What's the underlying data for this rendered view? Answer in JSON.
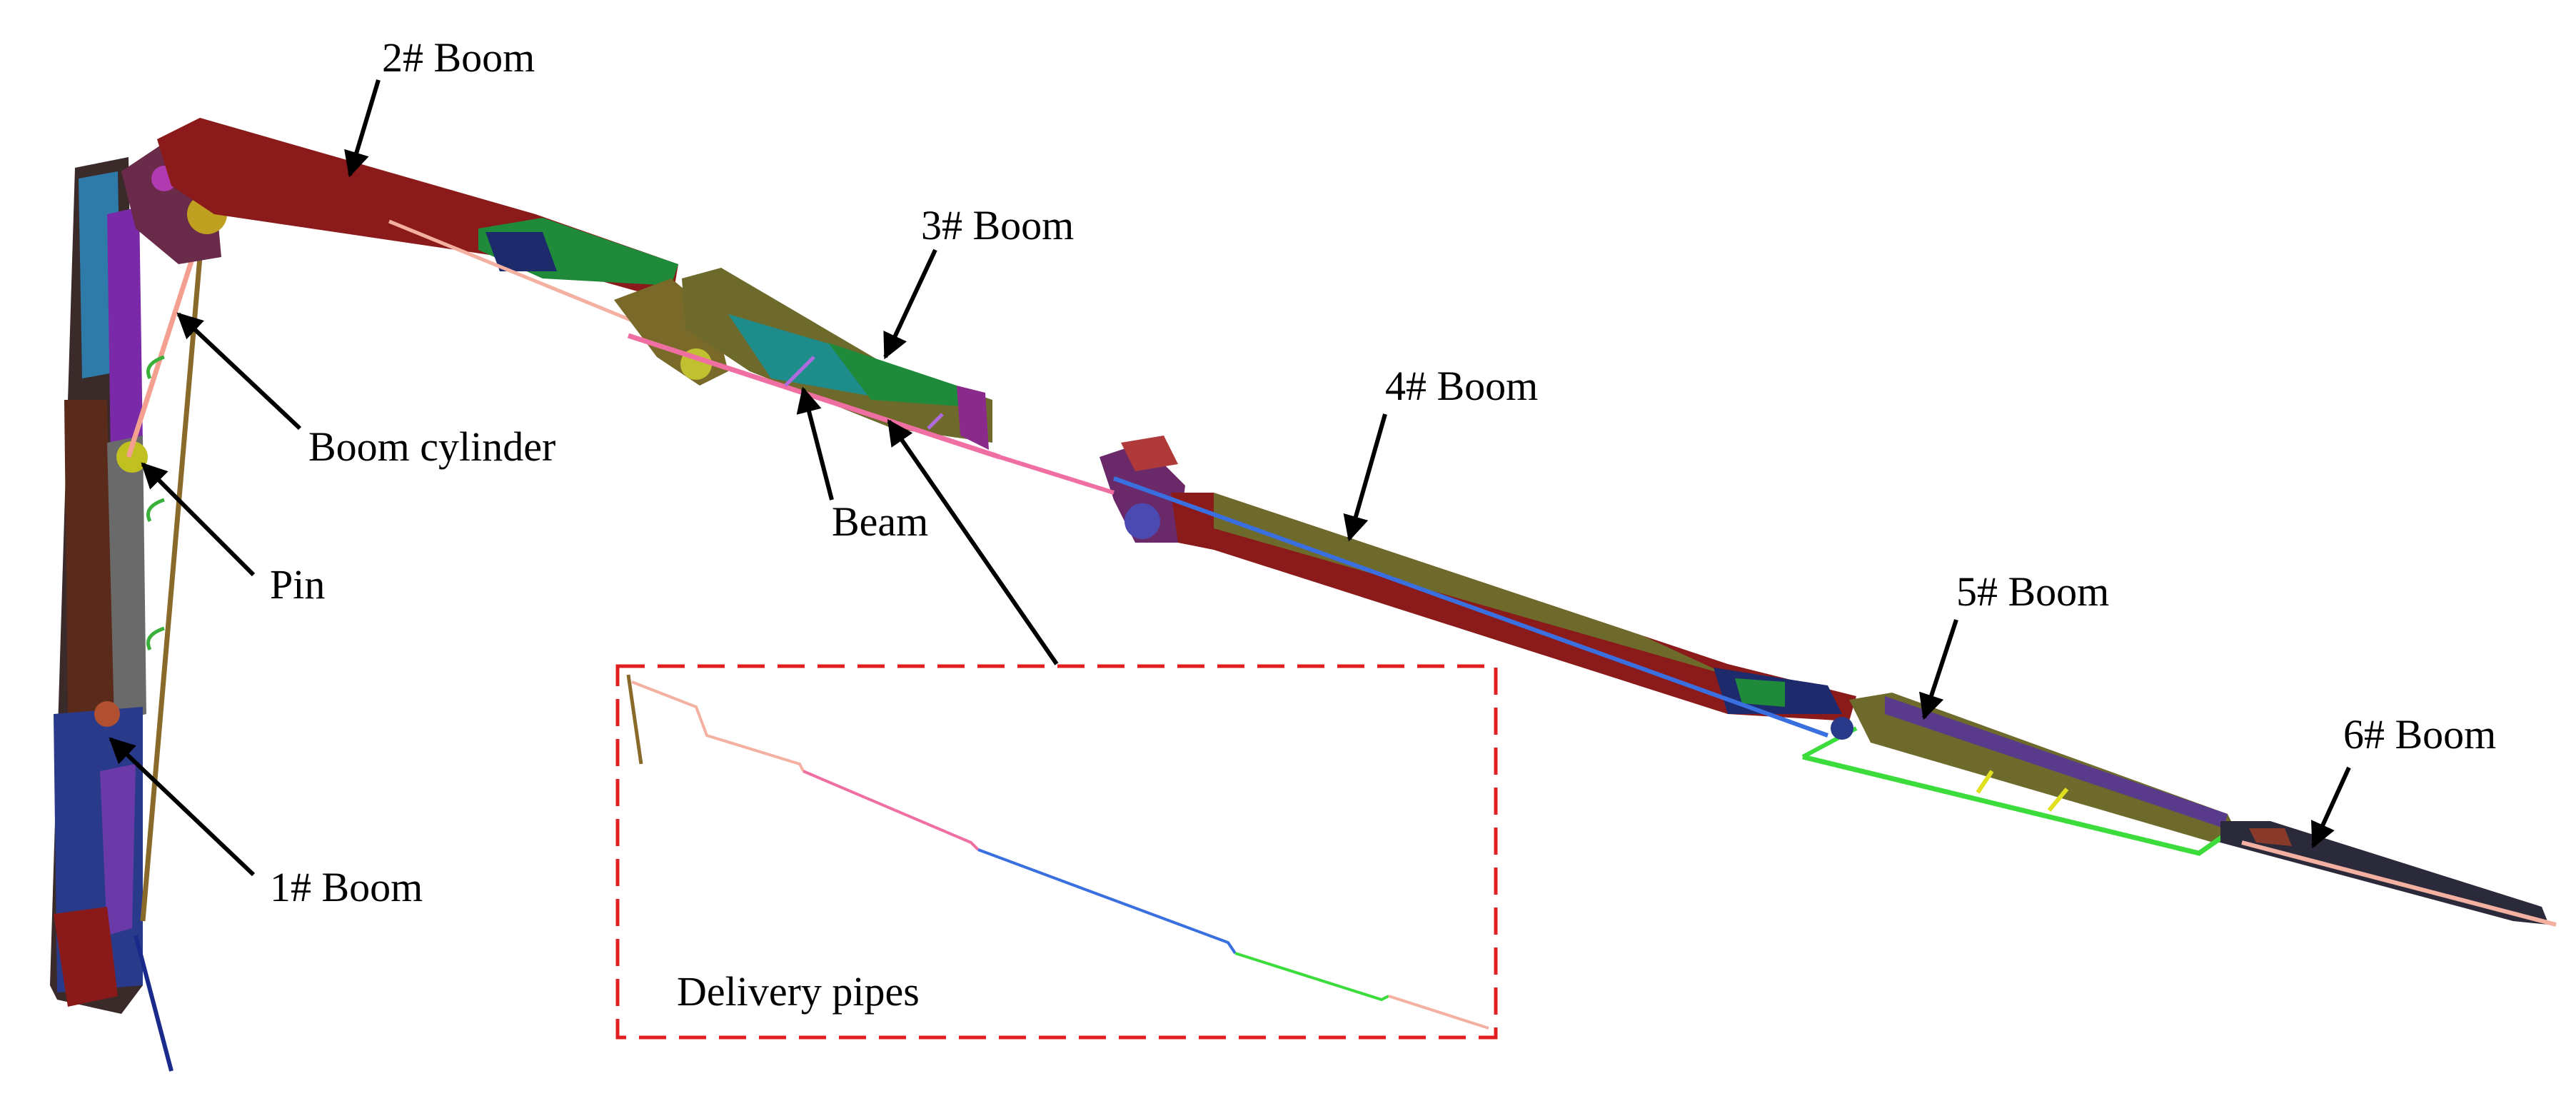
{
  "labels": {
    "boom2": "2# Boom",
    "boom3": "3# Boom",
    "boom4": "4# Boom",
    "boom5": "5# Boom",
    "boom6": "6# Boom",
    "boom1": "1# Boom",
    "boom_cylinder": "Boom cylinder",
    "pin": "Pin",
    "beam": "Beam",
    "delivery_pipes": "Delivery pipes"
  },
  "colors": {
    "boom_dark_red": "#8b1a1a",
    "boom_olive": "#6e6a2c",
    "boom_green": "#1f8a3a",
    "boom_teal": "#1f8c8c",
    "boom_navy": "#1d2a6b",
    "boom_purple": "#6a2c8a",
    "pipe_pink": "#f06fa3",
    "pipe_salmon": "#f4b0a0",
    "pipe_blue": "#3a6fe0",
    "pipe_green": "#3ddc3d",
    "inset_border": "#e02020"
  }
}
